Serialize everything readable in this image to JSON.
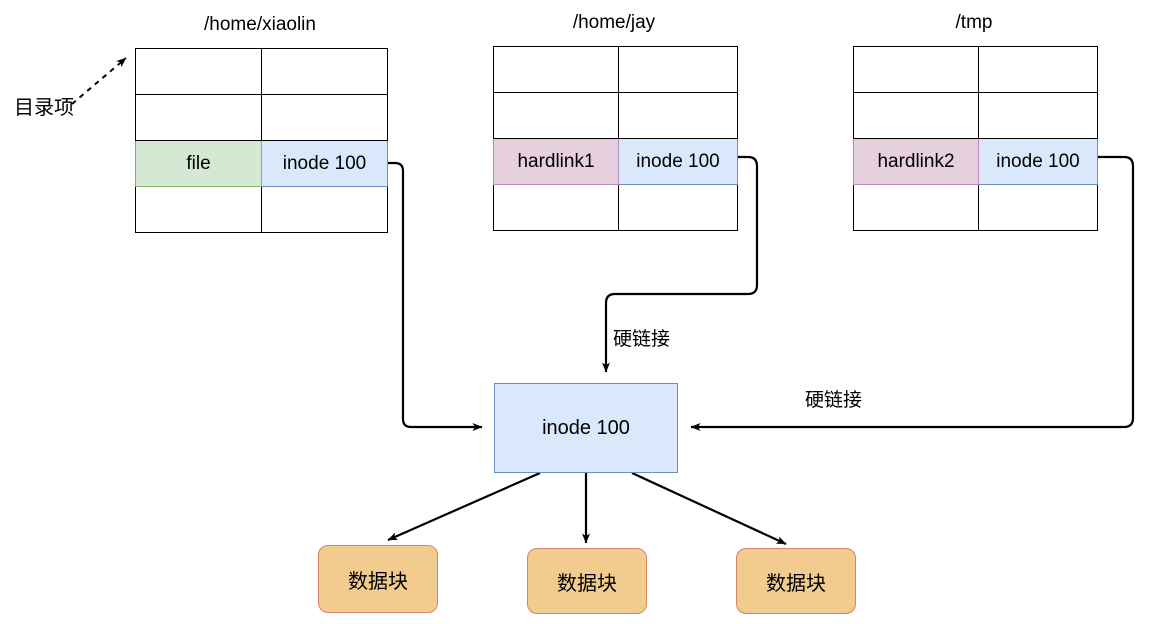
{
  "diagram": {
    "title_hint": "hard link filesystem diagram",
    "annotation": {
      "directory_entry_label": "目录项"
    },
    "directories": [
      {
        "path": "/home/xiaolin",
        "rows": [
          {
            "name": "",
            "inode": ""
          },
          {
            "name": "",
            "inode": ""
          },
          {
            "name": "file",
            "inode": "inode 100",
            "name_fill": "green",
            "inode_fill": "blue"
          },
          {
            "name": "",
            "inode": ""
          }
        ]
      },
      {
        "path": "/home/jay",
        "rows": [
          {
            "name": "",
            "inode": ""
          },
          {
            "name": "",
            "inode": ""
          },
          {
            "name": "hardlink1",
            "inode": "inode 100",
            "name_fill": "purple",
            "inode_fill": "blue"
          },
          {
            "name": "",
            "inode": ""
          }
        ]
      },
      {
        "path": "/tmp",
        "rows": [
          {
            "name": "",
            "inode": ""
          },
          {
            "name": "",
            "inode": ""
          },
          {
            "name": "hardlink2",
            "inode": "inode 100",
            "name_fill": "purple",
            "inode_fill": "blue"
          },
          {
            "name": "",
            "inode": ""
          }
        ]
      }
    ],
    "inode_node": {
      "label": "inode 100"
    },
    "data_blocks": [
      {
        "label": "数据块"
      },
      {
        "label": "数据块"
      },
      {
        "label": "数据块"
      }
    ],
    "edge_labels": {
      "hardlink_center": "硬链接",
      "hardlink_right": "硬链接"
    },
    "colors": {
      "green_fill": "#d5e8d4",
      "green_stroke": "#82b366",
      "purple_fill": "#e6d0de",
      "purple_stroke": "#b68bbc",
      "blue_fill": "#dae8fc",
      "blue_stroke": "#6c8ebf",
      "orange_fill": "#f2cc8f",
      "orange_stroke": "#d6836a",
      "line_stroke": "#000000"
    }
  }
}
